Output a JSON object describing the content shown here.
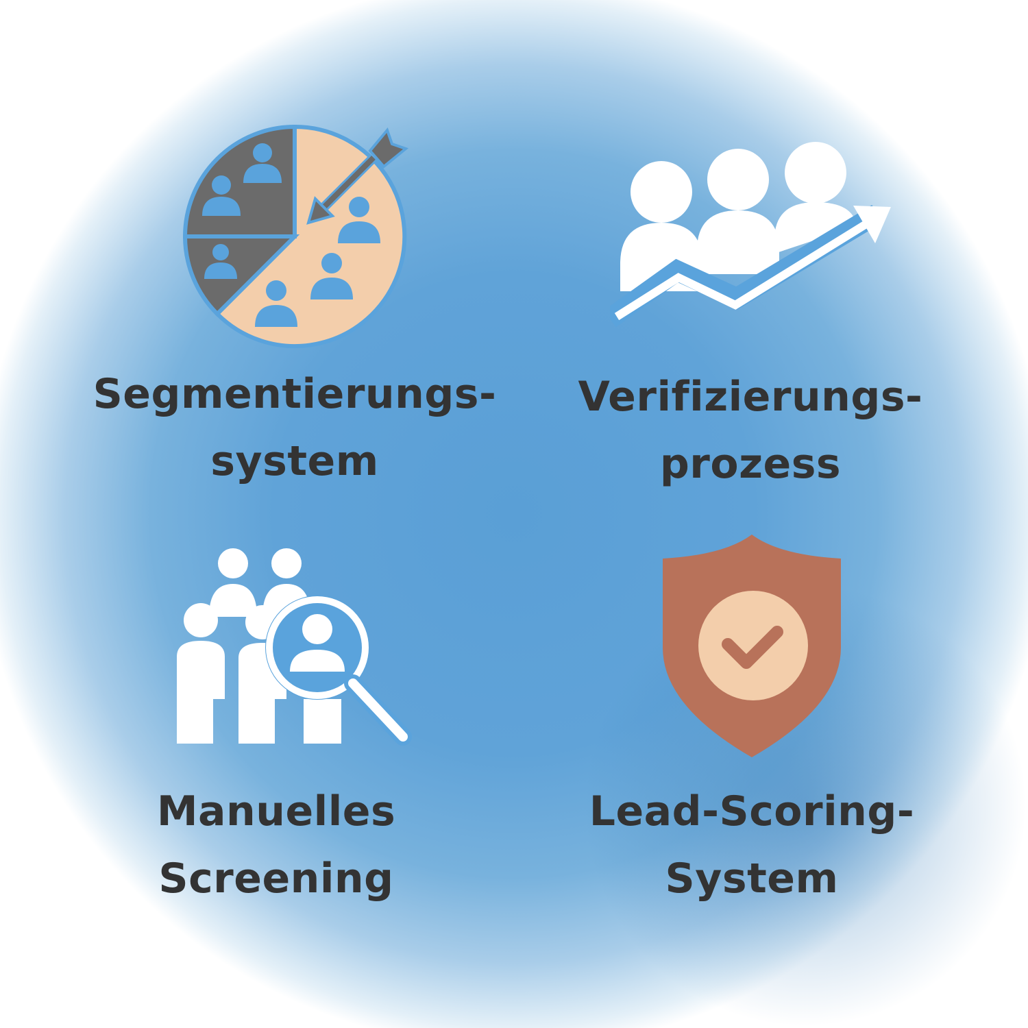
{
  "items": [
    {
      "icon": "segmentation-pie-target-icon",
      "line1": "Segmentierungs-",
      "line2": "system"
    },
    {
      "icon": "people-growth-arrow-icon",
      "line1": "Verifizierungs-",
      "line2": "prozess"
    },
    {
      "icon": "people-magnifier-icon",
      "line1": "Manuelles",
      "line2": "Screening"
    },
    {
      "icon": "shield-check-icon",
      "line1": "Lead-Scoring-",
      "line2": "System"
    }
  ],
  "colors": {
    "background": "#5a9fd6",
    "text": "#333333",
    "peach": "#f3ceab",
    "dark_gray": "#6b6b6b",
    "blue": "#5aa3dc",
    "shield": "#b8725a",
    "white": "#ffffff"
  }
}
